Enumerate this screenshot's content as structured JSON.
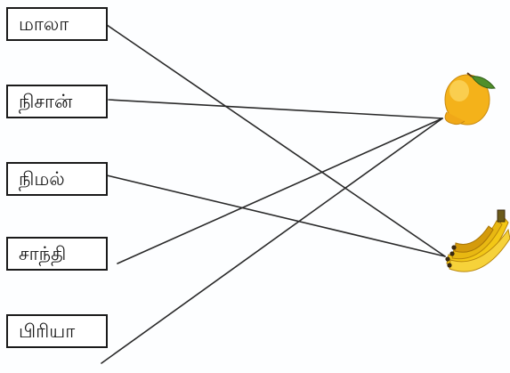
{
  "names": [
    {
      "label": "மாலா",
      "fruit": "banana"
    },
    {
      "label": "நிசான்",
      "fruit": "mango"
    },
    {
      "label": "நிமல்",
      "fruit": "banana"
    },
    {
      "label": "சாந்தி",
      "fruit": "mango"
    },
    {
      "label": "பிரியா",
      "fruit": "mango"
    }
  ],
  "fruits": [
    {
      "name": "mango",
      "icon": "mango-icon",
      "colors": {
        "body": "#f4b21a",
        "highlight": "#fbd55c",
        "leaf": "#4f8f2a"
      }
    },
    {
      "name": "banana",
      "icon": "banana-bunch-icon",
      "colors": {
        "body": "#f3c816",
        "shade": "#d49b0c",
        "tip": "#3a2a10"
      }
    }
  ],
  "colors": {
    "line": "#2a2a2a",
    "border": "#1a1a1a",
    "background": "#fdfeff"
  }
}
